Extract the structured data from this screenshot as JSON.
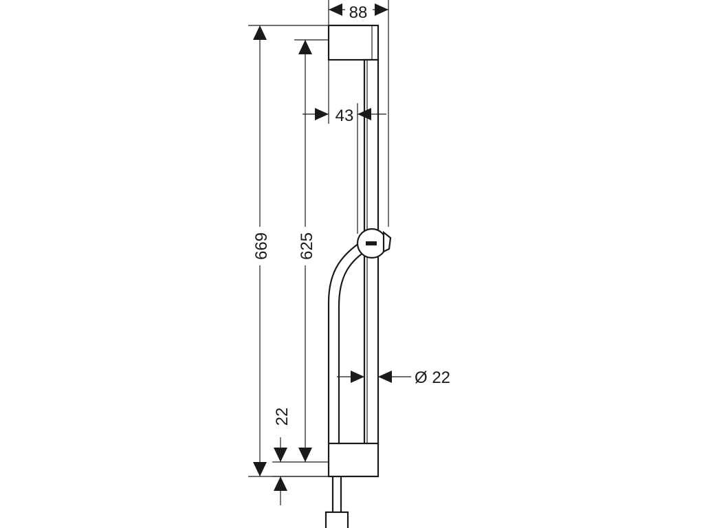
{
  "dimensions": {
    "overall_height": "669",
    "bar_height": "625",
    "top_width": "88",
    "wall_offset": "43",
    "diameter": "Ø 22",
    "bottom_offset": "22"
  },
  "colors": {
    "line": "#1a1a1a",
    "background": "#ffffff"
  }
}
